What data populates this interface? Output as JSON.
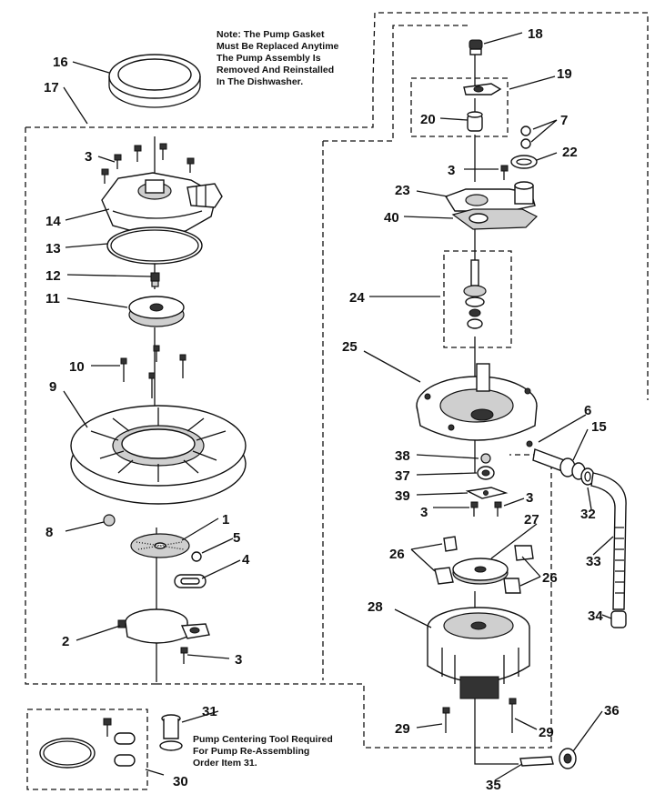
{
  "notes": {
    "gasket_line1": "Note: The Pump Gasket",
    "gasket_line2": "Must Be Replaced Anytime",
    "gasket_line3": "The Pump Assembly Is",
    "gasket_line4": "Removed And Reinstalled",
    "gasket_line5": "In The Dishwasher.",
    "tool_line1": "Pump Centering Tool Required",
    "tool_line2": "For Pump Re-Assembling",
    "tool_line3": "Order Item 31."
  },
  "callouts": {
    "c1": "1",
    "c2": "2",
    "c3a": "3",
    "c3b": "3",
    "c3c": "3",
    "c3d": "3",
    "c3e": "3",
    "c4": "4",
    "c5": "5",
    "c6": "6",
    "c7": "7",
    "c8": "8",
    "c9": "9",
    "c10": "10",
    "c11": "11",
    "c12": "12",
    "c13": "13",
    "c14": "14",
    "c15": "15",
    "c16": "16",
    "c17": "17",
    "c18": "18",
    "c19": "19",
    "c20": "20",
    "c22": "22",
    "c23": "23",
    "c24": "24",
    "c25": "25",
    "c26a": "26",
    "c26b": "26",
    "c27": "27",
    "c28": "28",
    "c29a": "29",
    "c29b": "29",
    "c30": "30",
    "c31": "31",
    "c32": "32",
    "c33": "33",
    "c34": "34",
    "c35": "35",
    "c36": "36",
    "c37": "37",
    "c38": "38",
    "c39": "39",
    "c40": "40"
  }
}
